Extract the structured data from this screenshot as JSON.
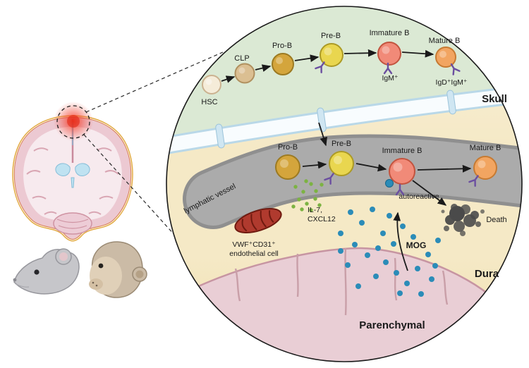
{
  "colors": {
    "skull_region": "#dbe9d4",
    "dura_region": "#f5e9c6",
    "bone_fill": "#f8fcfe",
    "bone_edge": "#b9d8e8",
    "channel_fill": "#cfe6f2",
    "parenchyma": "#e9ced5",
    "vessel_outer": "#8f8f8f",
    "vessel_inner": "#ababab",
    "hsc": "#f5ecd9",
    "clp": "#dbbf92",
    "pro_b": "#d4a53c",
    "pre_b": "#e9d64f",
    "immature_b": "#f18a78",
    "mature_b": "#f2a561",
    "receptor": "#6b4fa0",
    "chemokine_dot": "#7cb342",
    "antigen_dot": "#2b8cb8",
    "death": "#4a4a4a",
    "endothelial": "#b03a2e",
    "inflammation": "#e02818"
  },
  "skull": {
    "region_label": "Skull",
    "cells": [
      {
        "label": "HSC"
      },
      {
        "label": "CLP"
      },
      {
        "label": "Pro-B"
      },
      {
        "label": "Pre-B"
      },
      {
        "label": "Immature B",
        "marker": "IgM⁺"
      },
      {
        "label": "Mature B",
        "marker": "IgD⁺IgM⁺"
      }
    ]
  },
  "dura": {
    "region_label": "Dura",
    "vessel_label": "lymphatic vessel",
    "cells": [
      {
        "label": "Pro-B"
      },
      {
        "label": "Pre-B"
      },
      {
        "label": "Immature B"
      },
      {
        "label": "Mature B"
      }
    ],
    "autoreactive_label": "autoreactive",
    "death_label": "Death",
    "chemokines_line1": "IL-7,",
    "chemokines_line2": "CXCL12",
    "endothelial_line1": "VWF⁺CD31⁺",
    "endothelial_line2": "endothelial cell",
    "antigen_label": "MOG"
  },
  "parenchyma": {
    "region_label": "Parenchymal"
  }
}
